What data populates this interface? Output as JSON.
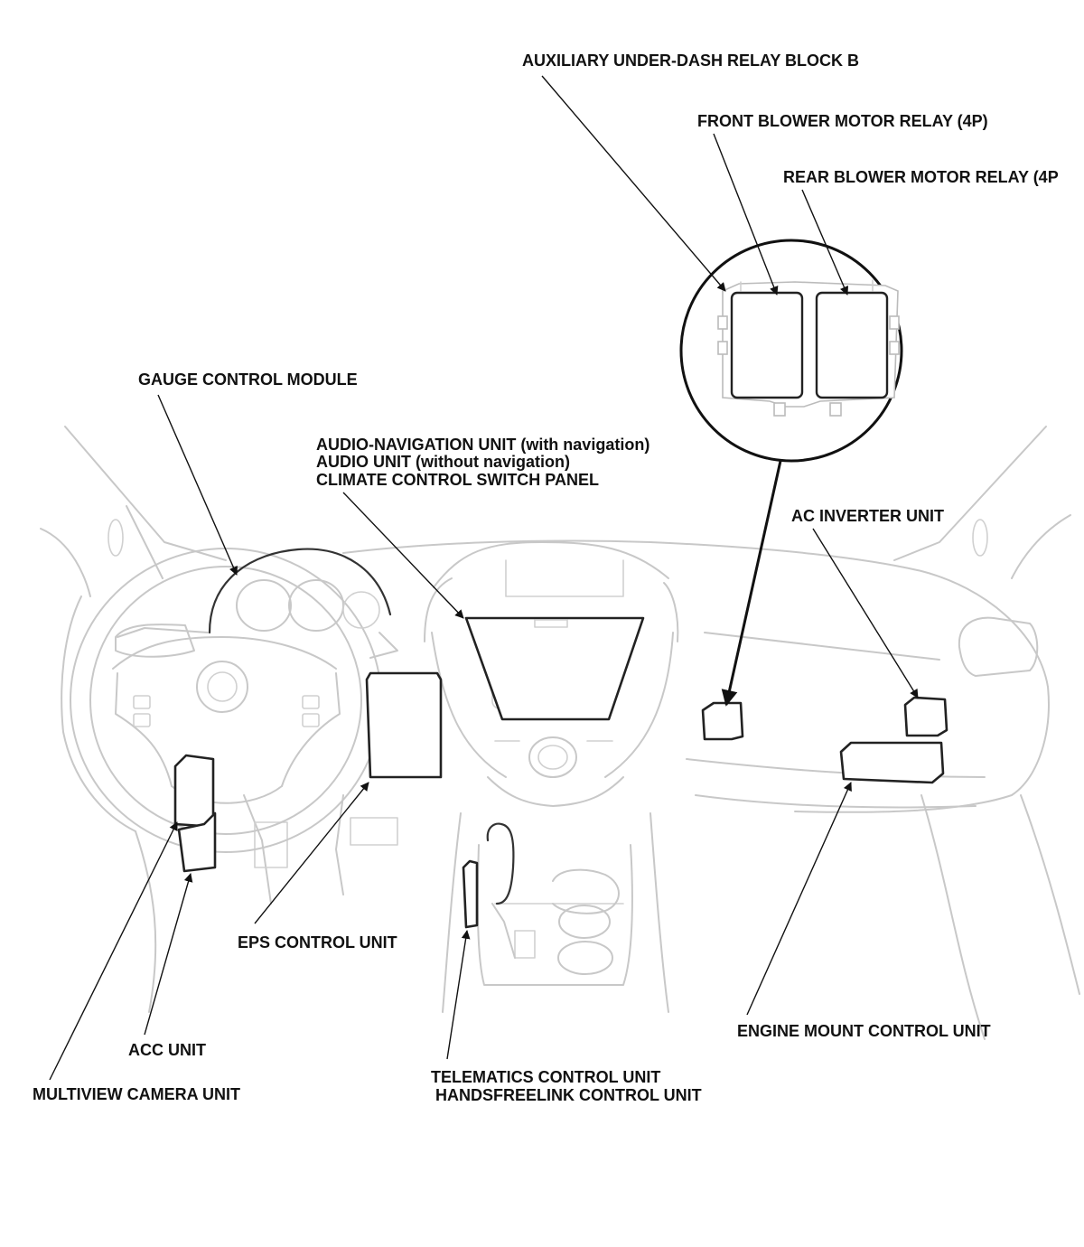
{
  "labels": {
    "aux_relay_block": "AUXILIARY UNDER-DASH RELAY BLOCK B",
    "front_blower_relay": "FRONT BLOWER MOTOR RELAY (4P)",
    "rear_blower_relay": "REAR BLOWER MOTOR RELAY (4P",
    "gauge_control_module": "GAUGE CONTROL MODULE",
    "audio_nav_line1": "AUDIO-NAVIGATION UNIT (with navigation)",
    "audio_nav_line2": "AUDIO UNIT (without navigation)",
    "audio_nav_line3": "CLIMATE CONTROL SWITCH PANEL",
    "ac_inverter_unit": "AC INVERTER UNIT",
    "eps_control_unit": "EPS CONTROL UNIT",
    "engine_mount_control_unit": "ENGINE MOUNT CONTROL UNIT",
    "acc_unit": "ACC UNIT",
    "multiview_camera_unit": "MULTIVIEW CAMERA UNIT",
    "telematics_line1": "TELEMATICS CONTROL UNIT",
    "telematics_line2": "HANDSFREELINK CONTROL UNIT"
  },
  "colors": {
    "line_dark": "#222222",
    "line_faint": "#c8c8c8",
    "text": "#111111",
    "background": "#ffffff"
  }
}
